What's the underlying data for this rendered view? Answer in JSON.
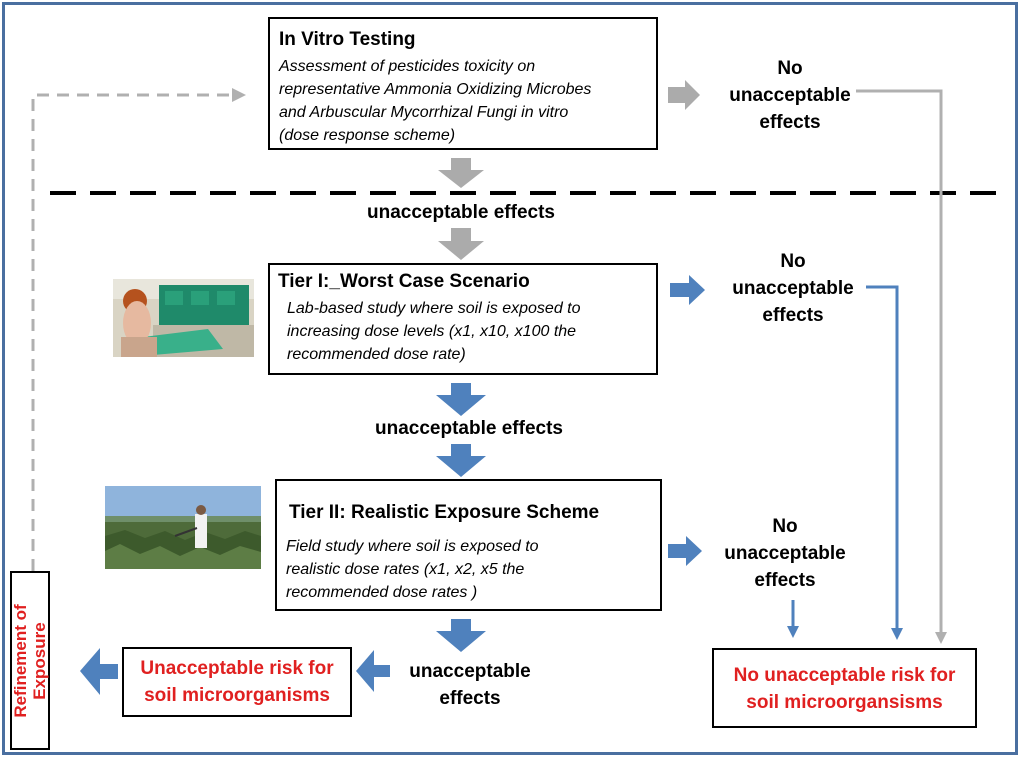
{
  "in_vitro": {
    "title": "In Vitro Testing",
    "description": "Assessment of pesticides toxicity on\nrepresentative Ammonia Oxidizing Microbes\nand Arbuscular Mycorrhizal Fungi in vitro\n(dose response scheme)"
  },
  "tier1": {
    "title": "Tier I:_Worst Case Scenario",
    "description": "Lab-based study where soil is exposed to\nincreasing dose levels  (x1, x10, x100 the\nrecommended dose rate)"
  },
  "tier2": {
    "title": "Tier II: Realistic Exposure Scheme",
    "description": "Field study where soil is exposed to\nrealistic dose rates  (x1, x2, x5 the\nrecommended dose rates )"
  },
  "labels": {
    "no_effects_1": "No\nunacceptable\neffects",
    "no_effects_2": "No\nunacceptable\neffects",
    "no_effects_3": "No\nunacceptable\neffects",
    "unacceptable_1": "unacceptable effects",
    "unacceptable_2": "unacceptable effects",
    "unacceptable_3": "unacceptable\neffects"
  },
  "outcomes": {
    "unacceptable_risk": "Unacceptable risk for\nsoil microorganisms",
    "no_unacceptable_risk": "No unacceptable risk for\nsoil microorgansisms",
    "refinement": "Refinement of\nExposure"
  },
  "colors": {
    "grey_arrow": "#ababab",
    "blue_arrow": "#4f81bd",
    "red_text": "#e02020",
    "frame": "#4a6fa0"
  }
}
